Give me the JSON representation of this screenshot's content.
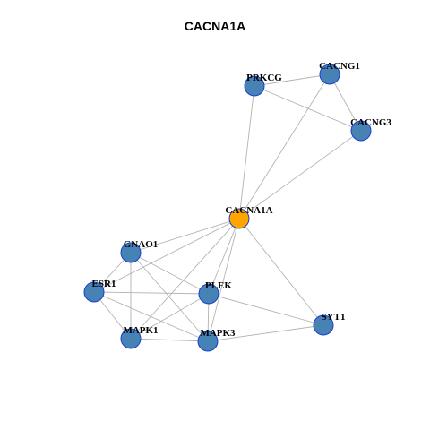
{
  "title": "CACNA1A",
  "colors": {
    "hub": "#FFA500",
    "node": "#4682B4",
    "node_border": "#1A3FD1",
    "edge": "#B3B3B3"
  },
  "nodes": [
    {
      "id": "CACNA1A",
      "label": "CACNA1A",
      "hub": true
    },
    {
      "id": "PRKCG",
      "label": "PRKCG",
      "hub": false
    },
    {
      "id": "CACNG1",
      "label": "CACNG1",
      "hub": false
    },
    {
      "id": "CACNG3",
      "label": "CACNG3",
      "hub": false
    },
    {
      "id": "GNAO1",
      "label": "GNAO1",
      "hub": false
    },
    {
      "id": "ESR1",
      "label": "ESR1",
      "hub": false
    },
    {
      "id": "PLEK",
      "label": "PLEK",
      "hub": false
    },
    {
      "id": "MAPK1",
      "label": "MAPK1",
      "hub": false
    },
    {
      "id": "MAPK3",
      "label": "MAPK3",
      "hub": false
    },
    {
      "id": "SYT1",
      "label": "SYT1",
      "hub": false
    }
  ],
  "edges": [
    [
      "CACNA1A",
      "PRKCG"
    ],
    [
      "CACNA1A",
      "CACNG1"
    ],
    [
      "CACNA1A",
      "CACNG3"
    ],
    [
      "CACNA1A",
      "GNAO1"
    ],
    [
      "CACNA1A",
      "ESR1"
    ],
    [
      "CACNA1A",
      "PLEK"
    ],
    [
      "CACNA1A",
      "MAPK1"
    ],
    [
      "CACNA1A",
      "MAPK3"
    ],
    [
      "CACNA1A",
      "SYT1"
    ],
    [
      "PRKCG",
      "CACNG1"
    ],
    [
      "PRKCG",
      "CACNG3"
    ],
    [
      "CACNG1",
      "CACNG3"
    ],
    [
      "GNAO1",
      "ESR1"
    ],
    [
      "GNAO1",
      "PLEK"
    ],
    [
      "GNAO1",
      "MAPK1"
    ],
    [
      "GNAO1",
      "MAPK3"
    ],
    [
      "ESR1",
      "PLEK"
    ],
    [
      "ESR1",
      "MAPK1"
    ],
    [
      "ESR1",
      "MAPK3"
    ],
    [
      "PLEK",
      "MAPK1"
    ],
    [
      "PLEK",
      "MAPK3"
    ],
    [
      "PLEK",
      "SYT1"
    ],
    [
      "MAPK1",
      "MAPK3"
    ],
    [
      "MAPK3",
      "SYT1"
    ]
  ]
}
